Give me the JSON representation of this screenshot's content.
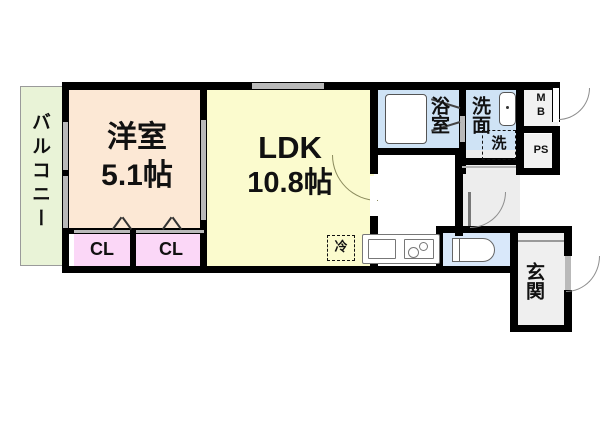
{
  "plan": {
    "type": "japanese-floor-plan",
    "title": "1LDK apartment floor plan",
    "rooms": [
      {
        "key": "balcony",
        "label": "バルコニー",
        "orientation": "vertical",
        "color": "#e9f3d7"
      },
      {
        "key": "washitsu",
        "label": "洋室",
        "size": "5.1帖",
        "color": "#fce8d5"
      },
      {
        "key": "ldk",
        "label": "LDK",
        "size": "10.8帖",
        "color": "#fbfbce"
      },
      {
        "key": "bath",
        "label": "浴室",
        "orientation": "vertical",
        "color": "#cfe3f5"
      },
      {
        "key": "washroom",
        "label": "洗面",
        "orientation": "vertical",
        "color": "#cfe3f5"
      },
      {
        "key": "toilet",
        "label": "",
        "color": "#d9e8fa"
      },
      {
        "key": "entrance",
        "label": "玄関",
        "orientation": "vertical",
        "color": "#efefef"
      },
      {
        "key": "corridor",
        "label": "",
        "color": "#ededed"
      }
    ],
    "closets": [
      {
        "key": "cl-left",
        "label": "CL",
        "color": "#fbd7f7"
      },
      {
        "key": "cl-right",
        "label": "CL",
        "color": "#fbd7f7"
      }
    ],
    "shafts": [
      {
        "key": "meter-box",
        "label": "MB",
        "color": "#f2f2f2"
      },
      {
        "key": "pipe-shaft",
        "label": "PS",
        "color": "#f2f2f2"
      }
    ],
    "fixtures": [
      {
        "key": "refrigerator",
        "label": "冷",
        "style": "dashed"
      },
      {
        "key": "washer",
        "label": "洗",
        "style": "dashed"
      },
      {
        "key": "bathtub",
        "label": "",
        "style": "solid"
      },
      {
        "key": "sink",
        "label": "",
        "style": "solid"
      },
      {
        "key": "stove",
        "label": "",
        "style": "solid"
      },
      {
        "key": "toilet-bowl",
        "label": "",
        "style": "solid"
      },
      {
        "key": "vanity",
        "label": "",
        "style": "solid"
      }
    ],
    "colors": {
      "wall": "#000000",
      "balcony": "#e9f3d7",
      "room": "#fce8d5",
      "ldk": "#fbfbce",
      "water": "#cfe3f5",
      "toilet": "#d9e8fa",
      "closet": "#fbd7f7",
      "corridor": "#ededed",
      "shaft": "#f2f2f2",
      "background": "#ffffff"
    }
  }
}
